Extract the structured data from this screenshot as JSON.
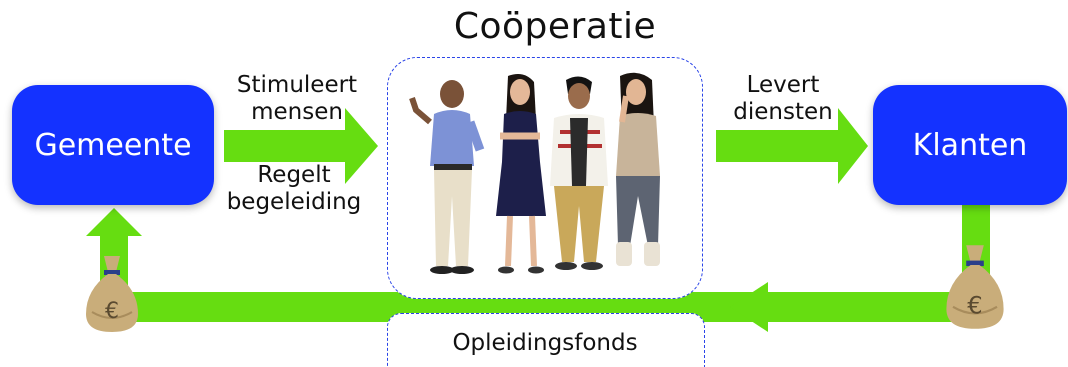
{
  "diagram": {
    "title": "Coöperatie",
    "nodes": {
      "gemeente": "Gemeente",
      "klanten": "Klanten"
    },
    "arrow_labels": {
      "stimuleert": "Stimuleert\nmensen",
      "regelt": "Regelt\nbegeleiding",
      "levert": "Levert\ndiensten"
    },
    "fund_label": "Opleidingsfonds",
    "money_symbol": "€",
    "colors": {
      "node_blue": "#1432ff",
      "arrow_green": "#66dd11",
      "dashed_border": "#2a44e8",
      "money_bag": "#c9ad7a"
    },
    "icons": [
      "money-bag-icon",
      "euro-icon",
      "people-group-icon"
    ]
  }
}
